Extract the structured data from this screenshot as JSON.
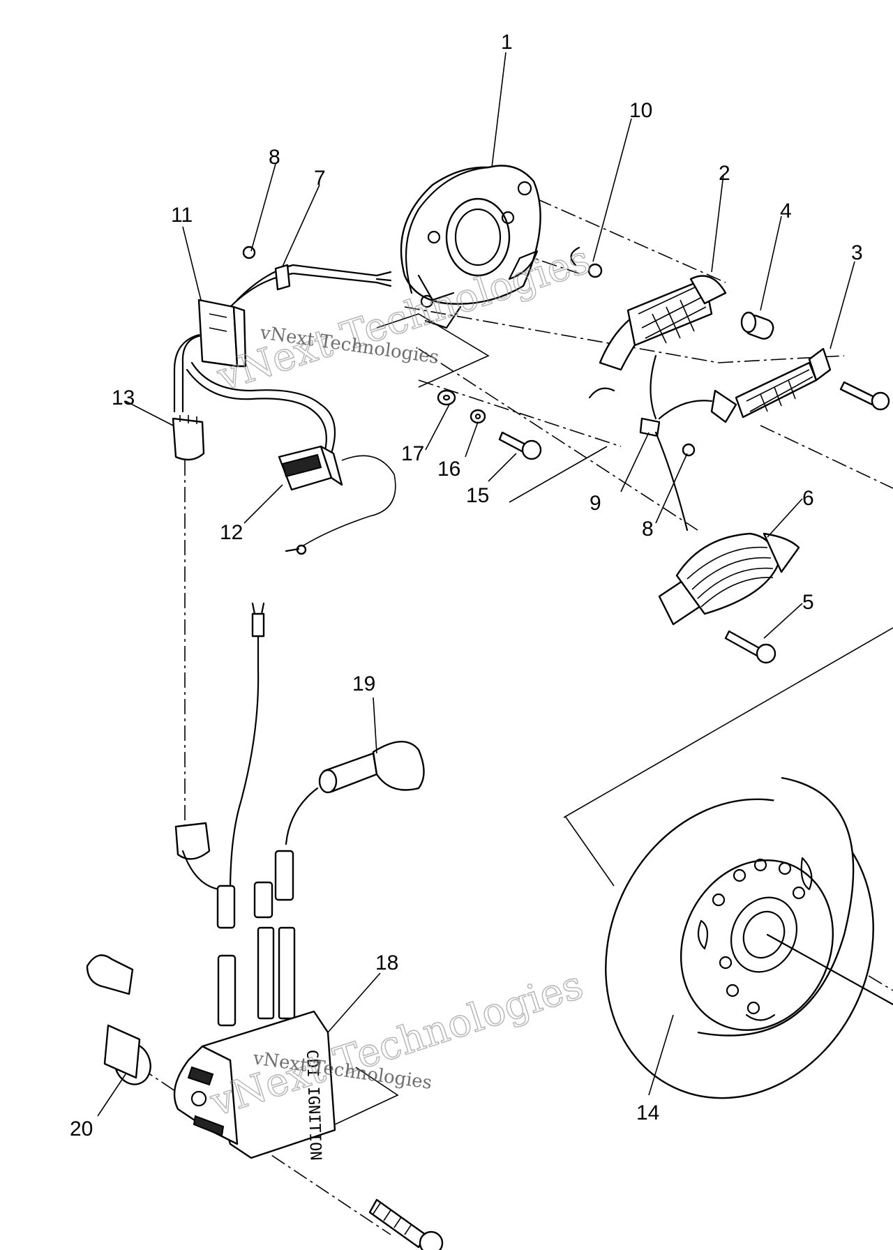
{
  "watermark": {
    "outline_text": "vNext Technologies",
    "solid_text": "vNext Technologies"
  },
  "callouts": [
    {
      "id": "1",
      "label": "1"
    },
    {
      "id": "2",
      "label": "2"
    },
    {
      "id": "3",
      "label": "3"
    },
    {
      "id": "4",
      "label": "4"
    },
    {
      "id": "5",
      "label": "5"
    },
    {
      "id": "6",
      "label": "6"
    },
    {
      "id": "7",
      "label": "7"
    },
    {
      "id": "8a",
      "label": "8"
    },
    {
      "id": "8b",
      "label": "8"
    },
    {
      "id": "9",
      "label": "9"
    },
    {
      "id": "10",
      "label": "10"
    },
    {
      "id": "11",
      "label": "11"
    },
    {
      "id": "12",
      "label": "12"
    },
    {
      "id": "13",
      "label": "13"
    },
    {
      "id": "14",
      "label": "14"
    },
    {
      "id": "15",
      "label": "15"
    },
    {
      "id": "16",
      "label": "16"
    },
    {
      "id": "17",
      "label": "17"
    },
    {
      "id": "18",
      "label": "18"
    },
    {
      "id": "19",
      "label": "19"
    },
    {
      "id": "20",
      "label": "20"
    }
  ],
  "ignition_coil_text": "CDI IGNITION"
}
